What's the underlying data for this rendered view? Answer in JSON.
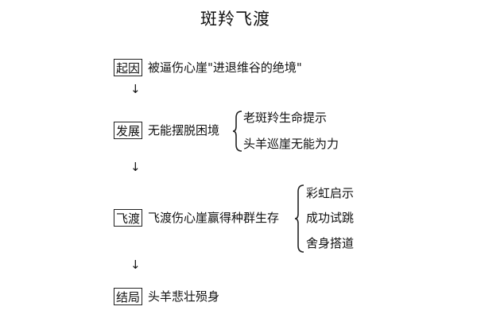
{
  "title": "斑羚飞渡",
  "arrow_glyph": "↓",
  "sections": [
    {
      "tag": "起因",
      "text": "被逼伤心崖\"进退维谷的绝境\""
    },
    {
      "tag": "发展",
      "text": "无能摆脱困境",
      "subitems": [
        "老斑羚生命提示",
        "头羊巡崖无能为力"
      ]
    },
    {
      "tag": "飞渡",
      "text": "飞渡伤心崖赢得种群生存",
      "subitems": [
        "彩虹启示",
        "成功试跳",
        "舍身搭道"
      ]
    },
    {
      "tag": "结局",
      "text": "头羊悲壮殒身"
    }
  ]
}
